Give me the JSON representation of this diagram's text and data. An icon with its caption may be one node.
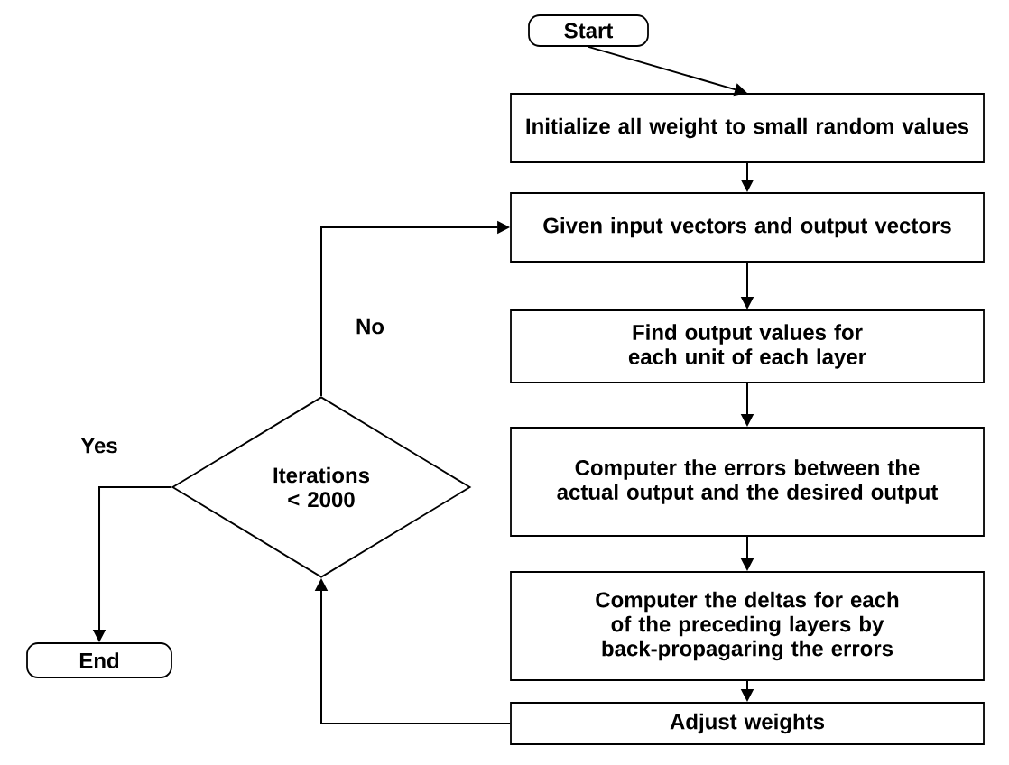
{
  "diagram": {
    "nodes": [
      {
        "text": [
          "Start"
        ]
      },
      {
        "text": [
          "Initialize all weight to small random values"
        ]
      },
      {
        "text": [
          "Given input vectors and output vectors"
        ]
      },
      {
        "text": [
          "Find output values for each unit of each layer"
        ]
      },
      {
        "text": [
          "Computer the errors between the actual output and  the desired output"
        ]
      },
      {
        "text": [
          "Computer the deltas for each of the preceding layers by back-propagaring the errors"
        ]
      },
      {
        "text": [
          "Adjust weights"
        ]
      },
      {
        "text": [
          "Iterations < 2000"
        ]
      },
      {
        "text": [
          "End"
        ]
      }
    ],
    "edges": [
      {
        "from": 0,
        "to": 1,
        "arrow": "to"
      },
      {
        "from": 1,
        "to": 2,
        "arrow": "to"
      },
      {
        "from": 2,
        "to": 3,
        "arrow": "to"
      },
      {
        "from": 3,
        "to": 4,
        "arrow": "to"
      },
      {
        "from": 4,
        "to": 5,
        "arrow": "to"
      },
      {
        "from": 5,
        "to": 6,
        "arrow": "to"
      },
      {
        "from": 6,
        "to": 7,
        "arrow": "to"
      },
      {
        "from": 7,
        "to": 2,
        "arrow": "to",
        "label": "No"
      },
      {
        "from": 7,
        "to": 8,
        "arrow": "to",
        "label": "Yes"
      }
    ]
  }
}
